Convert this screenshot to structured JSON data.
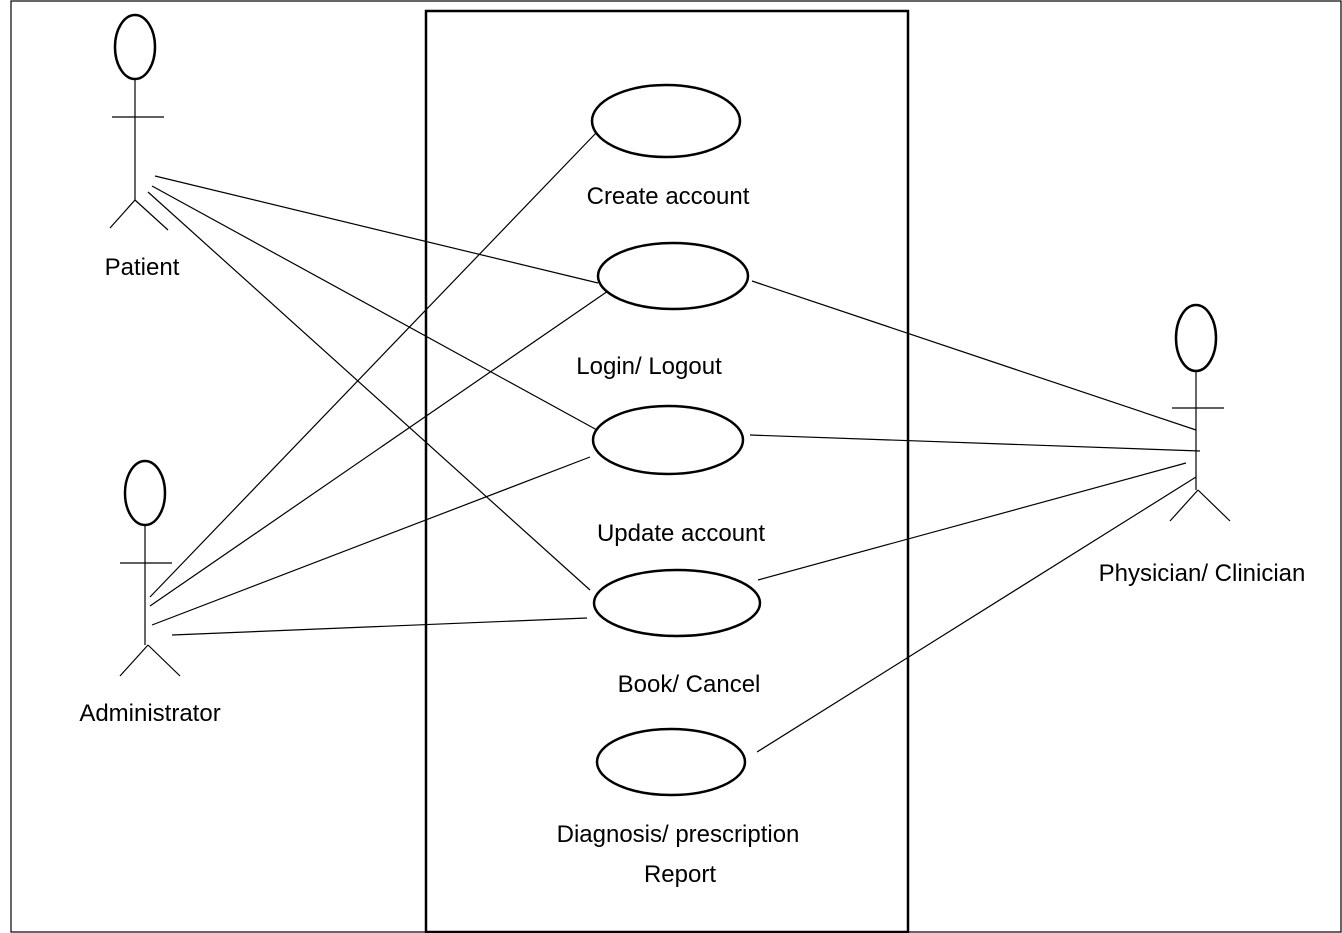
{
  "actors": {
    "patient": "Patient",
    "administrator": "Administrator",
    "physician": "Physician/ Clinician"
  },
  "use_cases": {
    "create_account": "Create account",
    "login_logout": "Login/ Logout",
    "update_account": "Update account",
    "book_cancel": "Book/ Cancel",
    "diagnosis_line1": "Diagnosis/ prescription",
    "diagnosis_line2": "Report"
  }
}
